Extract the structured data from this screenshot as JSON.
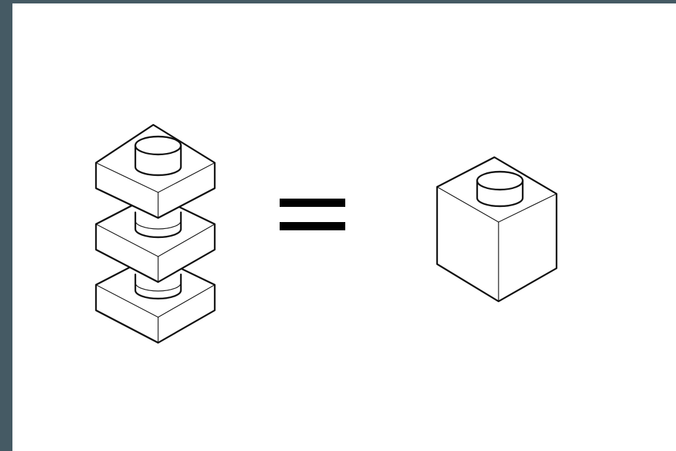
{
  "diagram": {
    "left_group": {
      "kind": "stack-of-plates",
      "plate_count": 3
    },
    "operator": "equals",
    "right_group": {
      "kind": "single-brick",
      "stud_count": 1
    },
    "colors": {
      "background_frame": "#455a64",
      "canvas": "#ffffff",
      "line": "#111111"
    }
  }
}
